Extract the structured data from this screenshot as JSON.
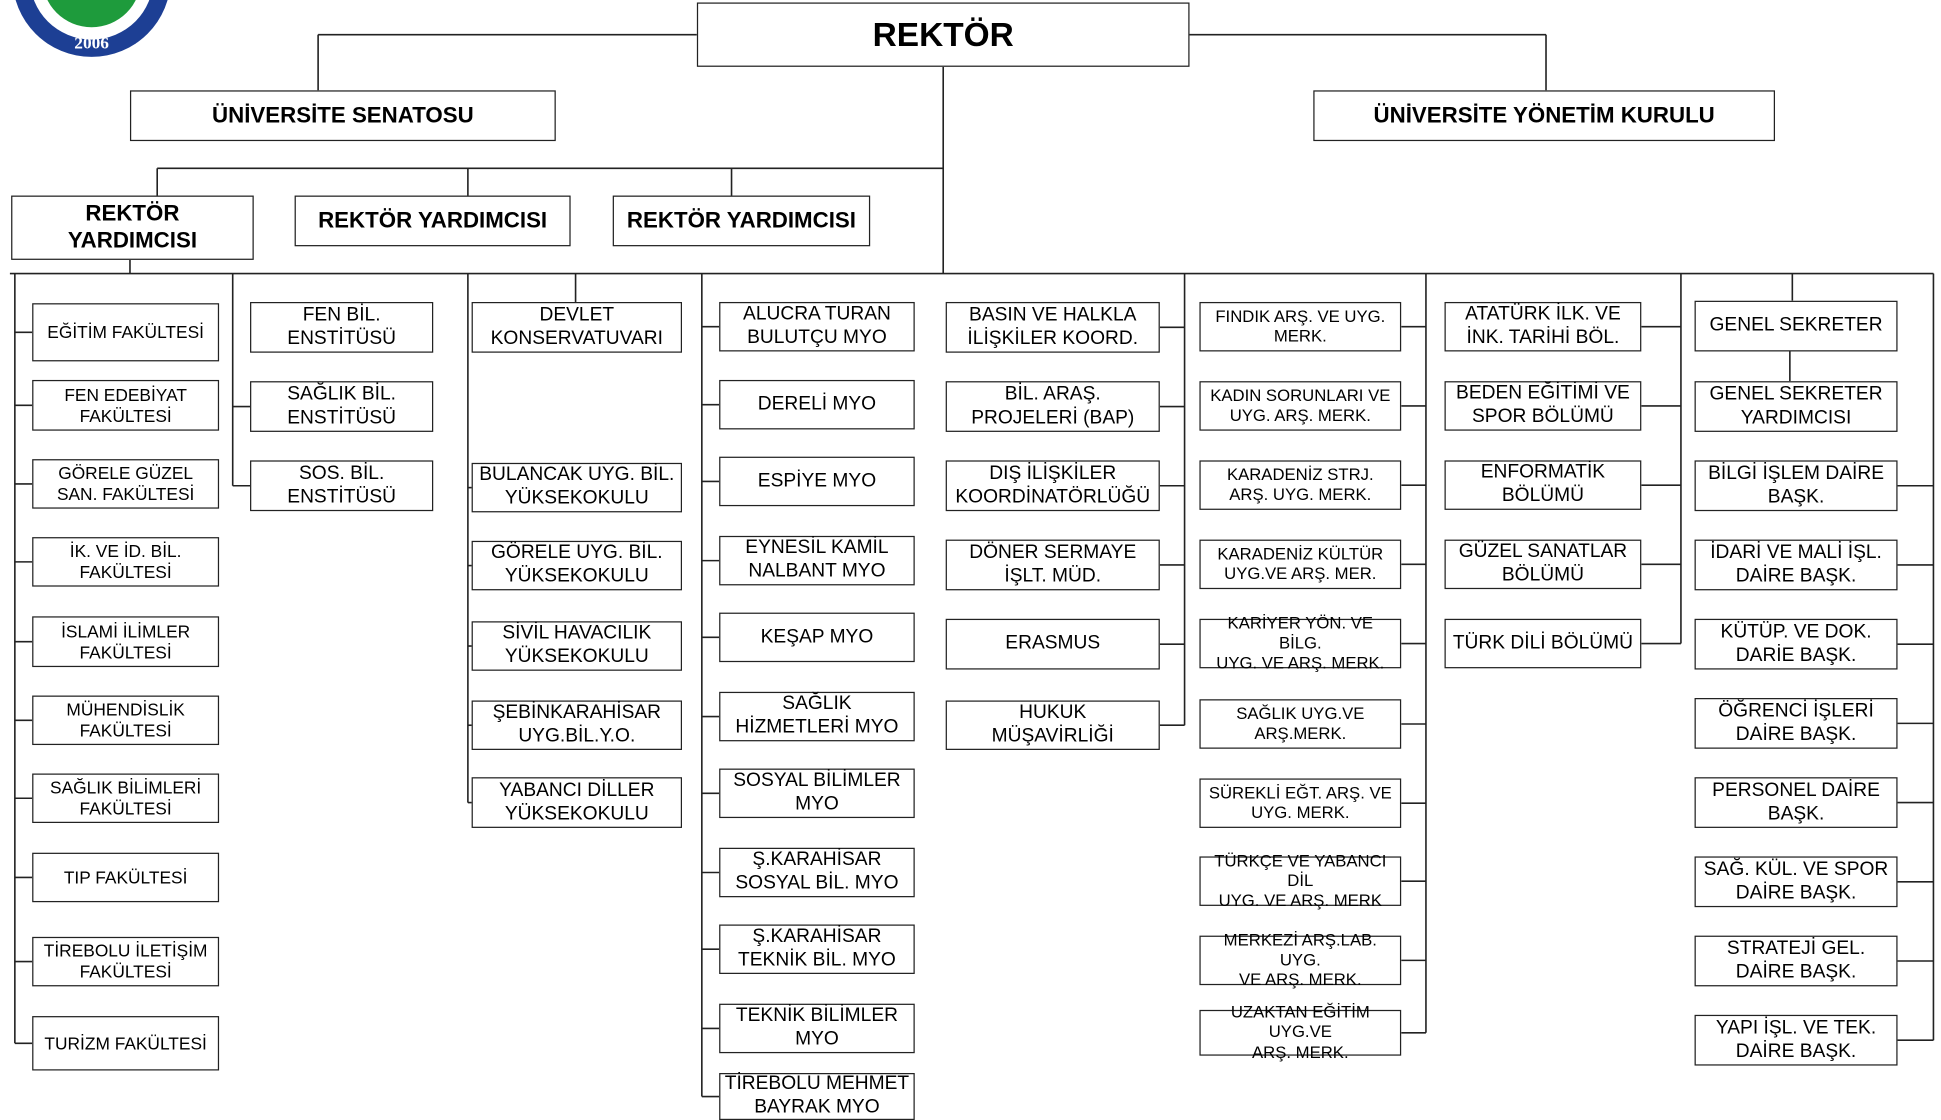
{
  "colors": {
    "line": "#222222",
    "logo_green": "#1e9b3c",
    "logo_blue": "#1d3f94"
  },
  "logo": {
    "year": "2006"
  },
  "top": {
    "rector": "REKTÖR",
    "senate": "ÜNİVERSİTE SENATOSU",
    "board": "ÜNİVERSİTE YÖNETİM KURULU",
    "vice1": "REKTÖR\nYARDIMCISI",
    "vice2": "REKTÖR YARDIMCISI",
    "vice3": "REKTÖR YARDIMCISI"
  },
  "columns": {
    "faculties": [
      "EĞİTİM FAKÜLTESİ",
      "FEN EDEBİYAT\nFAKÜLTESİ",
      "GÖRELE GÜZEL\nSAN. FAKÜLTESİ",
      "İK. VE İD. BİL.\nFAKÜLTESİ",
      "İSLAMİ İLİMLER\nFAKÜLTESİ",
      "MÜHENDİSLİK\nFAKÜLTESİ",
      "SAĞLIK BİLİMLERİ\nFAKÜLTESİ",
      "TIP FAKÜLTESİ",
      "TİREBOLU İLETİŞİM\nFAKÜLTESİ",
      "TURİZM FAKÜLTESİ"
    ],
    "institutes": [
      "FEN BİL.\nENSTİTÜSÜ",
      "SAĞLIK BİL.\nENSTİTÜSÜ",
      "SOS. BİL.\nENSTİTÜSÜ"
    ],
    "schools": [
      "DEVLET\nKONSERVATUVARI",
      "BULANCAK UYG. BİL.\nYÜKSEKOKULU",
      "GÖRELE UYG. BİL.\nYÜKSEKOKULU",
      "SİVİL HAVACILIK\nYÜKSEKOKULU",
      "ŞEBİNKARAHİSAR\nUYG.BİL.Y.O.",
      "YABANCI DİLLER\nYÜKSEKOKULU"
    ],
    "myo": [
      "ALUCRA TURAN\nBULUTÇU MYO",
      "DERELİ MYO",
      "ESPİYE MYO",
      "EYNESİL KAMİL\nNALBANT MYO",
      "KEŞAP MYO",
      "SAĞLIK\nHİZMETLERİ MYO",
      "SOSYAL BİLİMLER\nMYO",
      "Ş.KARAHİSAR\nSOSYAL BİL. MYO",
      "Ş.KARAHİSAR\nTEKNİK BİL. MYO",
      "TEKNİK BİLİMLER\nMYO",
      "TİREBOLU MEHMET\nBAYRAK MYO"
    ],
    "offices": [
      "BASIN VE HALKLA\nİLİŞKİLER KOORD.",
      "BİL. ARAŞ.\nPROJELERİ (BAP)",
      "DIŞ İLİŞKİLER\nKOORDİNATÖRLÜĞÜ",
      "DÖNER SERMAYE\nİŞLT. MÜD.",
      "ERASMUS",
      "HUKUK\nMÜŞAVİRLİĞİ"
    ],
    "centers": [
      "FINDIK ARŞ. VE UYG.\nMERK.",
      "KADIN SORUNLARI VE\nUYG. ARŞ.  MERK.",
      "KARADENİZ STRJ.\nARŞ. UYG. MERK.",
      "KARADENİZ KÜLTÜR\nUYG.VE ARŞ. MER.",
      "KARİYER YÖN. VE BİLG.\nUYG. VE ARŞ. MERK.",
      "SAĞLIK UYG.VE\nARŞ.MERK.",
      "SÜREKLİ EĞT. ARŞ. VE\nUYG. MERK.",
      "TÜRKÇE VE YABANCI DİL\nUYG. VE ARŞ. MERK",
      "MERKEZİ ARŞ.LAB. UYG.\nVE ARŞ.  MERK.",
      "UZAKTAN EĞİTİM  UYG.VE\nARŞ. MERK."
    ],
    "departments": [
      "ATATÜRK İLK. VE\nİNK. TARİHİ BÖL.",
      "BEDEN EĞİTİMİ VE\nSPOR BÖLÜMÜ",
      "ENFORMATİK\nBÖLÜMÜ",
      "GÜZEL SANATLAR\nBÖLÜMÜ",
      "TÜRK DİLİ BÖLÜMÜ"
    ],
    "secretariat": [
      "GENEL SEKRETER",
      "GENEL SEKRETER\nYARDIMCISI",
      "BİLGİ İŞLEM DAİRE\nBAŞK.",
      "İDARİ VE MALİ İŞL.\nDAİRE BAŞK.",
      "KÜTÜP. VE DOK.\nDARİE BAŞK.",
      "ÖĞRENCİ İŞLERİ\nDAİRE BAŞK.",
      "PERSONEL DAİRE\nBAŞK.",
      "SAĞ. KÜL. VE SPOR\nDAİRE BAŞK.",
      "STRATEJİ GEL.\nDAİRE BAŞK.",
      "YAPI İŞL. VE TEK.\nDAİRE BAŞK."
    ]
  }
}
